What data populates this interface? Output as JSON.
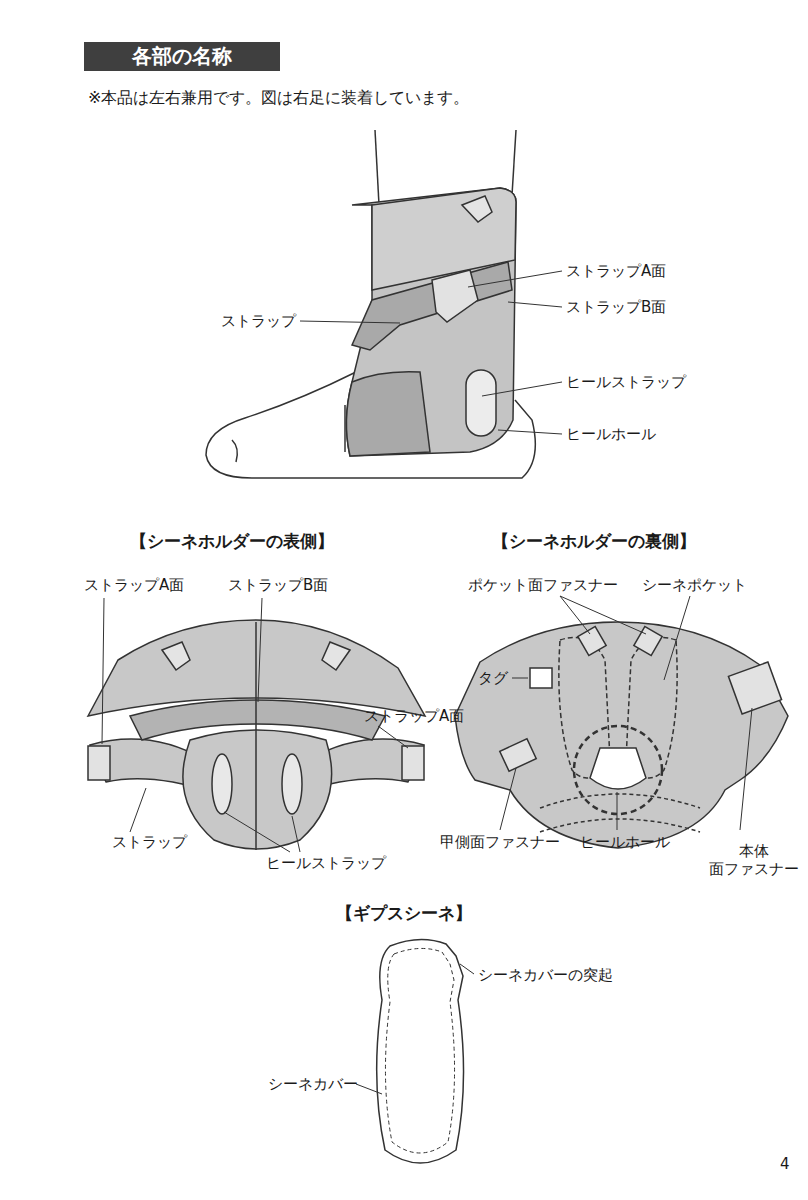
{
  "diagram": {
    "title": "各部の名称",
    "labels": [
      "※本品は左右兼用です。図は右足に装着しています。",
      "ストラップA面",
      "ストラップB面",
      "ストラップ",
      "ヒールストラップ",
      "ヒールホール",
      "【シーネホルダーの表側】",
      "【シーネホルダーの裏側】",
      "ストラップA面",
      "ストラップB面",
      "ストラップA面",
      "ストラップ",
      "ヒールストラップ",
      "ポケット面ファスナー",
      "シーネポケット",
      "タグ",
      "甲側面ファスナー",
      "ヒールホール",
      "本体 面ファスナー",
      "【ギプスシーネ】",
      "シーネカバーの突起",
      "シーネカバー",
      "4"
    ]
  }
}
